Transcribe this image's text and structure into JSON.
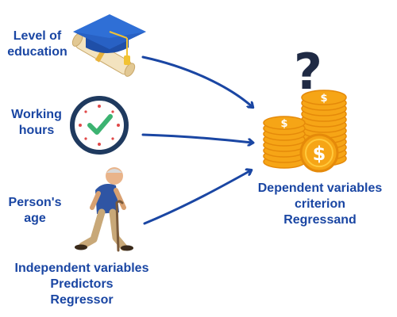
{
  "inputs": [
    {
      "label": "Level of\neducation",
      "icon": "graduation-cap-icon"
    },
    {
      "label": "Working\nhours",
      "icon": "clock-icon"
    },
    {
      "label": "Person's\nage",
      "icon": "elderly-person-icon"
    }
  ],
  "independent_caption": [
    "Independent variables",
    "Predictors",
    "Regressor"
  ],
  "dependent_caption": [
    "Dependent variables",
    "criterion",
    "Regressand"
  ],
  "colors": {
    "text": "#1a46a3",
    "arrow": "#1a46a3",
    "coin": "#f6a516",
    "coin_dark": "#e58a0a",
    "coin_light": "#ffc93c",
    "question_mark": "#1f2a44",
    "clock_ring": "#1f3a5f",
    "check": "#3cb371",
    "cap": "#2f6fd6",
    "scroll": "#f3e3bf"
  }
}
